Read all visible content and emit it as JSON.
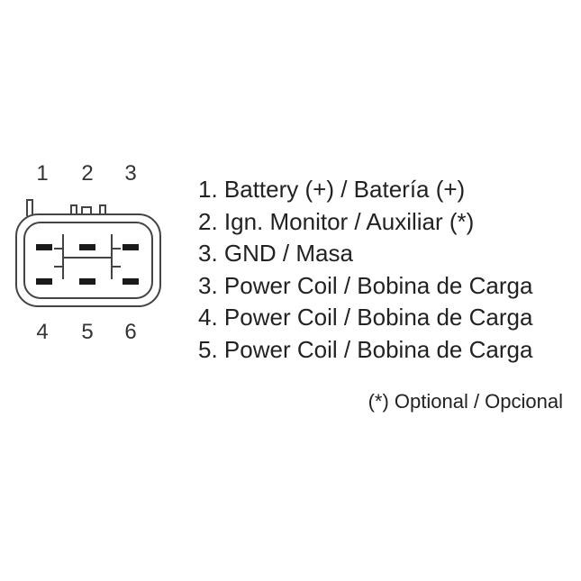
{
  "pin_numbers": {
    "top": [
      "1",
      "2",
      "3"
    ],
    "bottom": [
      "4",
      "5",
      "6"
    ]
  },
  "legend": [
    "1. Battery (+) / Batería (+)",
    "2. Ign. Monitor / Auxiliar (*)",
    "3. GND / Masa",
    "3. Power Coil / Bobina de Carga",
    "4. Power Coil / Bobina de Carga",
    "5. Power Coil / Bobina de Carga"
  ],
  "footnote": "(*) Optional / Opcional",
  "colors": {
    "line": "#444444",
    "pin": "#1a1a1a",
    "text": "#222222"
  }
}
